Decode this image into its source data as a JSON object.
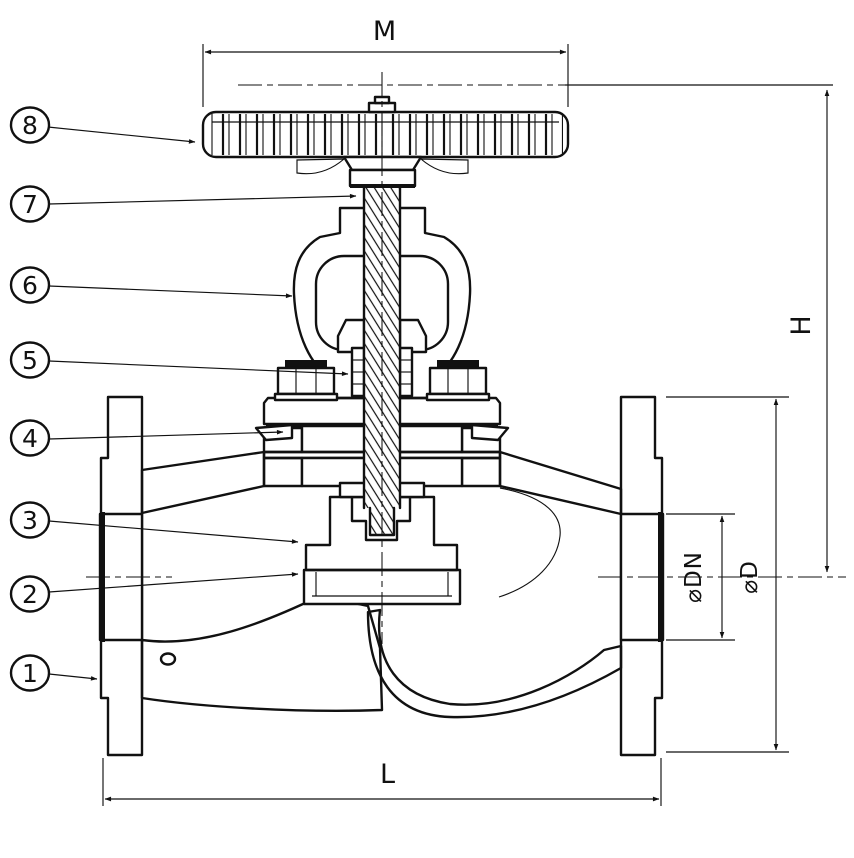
{
  "drawing": {
    "background": "#ffffff",
    "line_color": "#111111",
    "dimensions": {
      "m": "M",
      "h": "H",
      "l": "L",
      "dn": "⌀DN",
      "d": "⌀D"
    },
    "balloons": [
      {
        "number": "8"
      },
      {
        "number": "7"
      },
      {
        "number": "6"
      },
      {
        "number": "5"
      },
      {
        "number": "4"
      },
      {
        "number": "3"
      },
      {
        "number": "2"
      },
      {
        "number": "1"
      }
    ]
  }
}
